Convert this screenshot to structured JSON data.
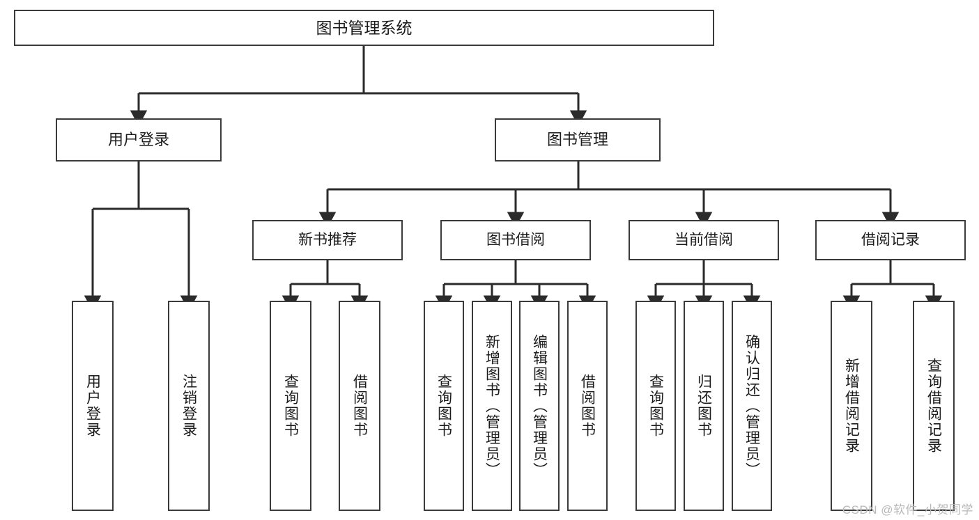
{
  "diagram": {
    "title": "图书管理系统",
    "type": "tree",
    "root": {
      "label": "图书管理系统"
    },
    "level2": [
      {
        "label": "用户登录"
      },
      {
        "label": "图书管理"
      }
    ],
    "level3": [
      {
        "label": "新书推荐"
      },
      {
        "label": "图书借阅"
      },
      {
        "label": "当前借阅"
      },
      {
        "label": "借阅记录"
      }
    ],
    "leaves": {
      "user_login": [
        {
          "label": "用户登录"
        },
        {
          "label": "注销登录"
        }
      ],
      "new_book_recommend": [
        {
          "label": "查询图书"
        },
        {
          "label": "借阅图书"
        }
      ],
      "book_borrow": [
        {
          "label": "查询图书"
        },
        {
          "label": "新增图书（管理员）"
        },
        {
          "label": "编辑图书（管理员）"
        },
        {
          "label": "借阅图书"
        }
      ],
      "current_borrow": [
        {
          "label": "查询图书"
        },
        {
          "label": "归还图书"
        },
        {
          "label": "确认归还（管理员）"
        }
      ],
      "borrow_record": [
        {
          "label": "新增借阅记录"
        },
        {
          "label": "查询借阅记录"
        }
      ]
    }
  },
  "watermark": {
    "text": "CSDN @软件_小贺同学"
  },
  "colors": {
    "box_border": "#3a3a3a",
    "box_fill": "#ffffff",
    "connector": "#2b2b2b",
    "text": "#1b1b1b",
    "watermark": "#b9b9b9",
    "background": "#ffffff"
  }
}
